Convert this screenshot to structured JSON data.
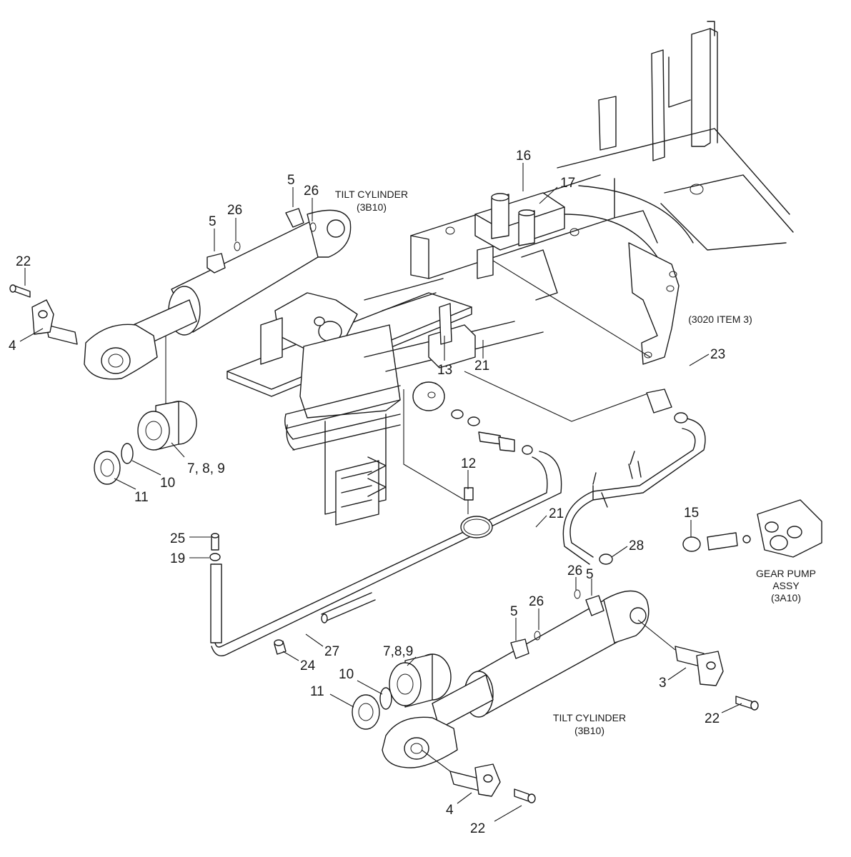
{
  "callouts": {
    "c_22_a": "22",
    "c_4_a": "4",
    "c_5_a": "5",
    "c_26_a": "26",
    "c_5_b": "5",
    "c_26_b": "26",
    "c_7_8_9_a": "7, 8, 9",
    "c_10_a": "10",
    "c_11_a": "11",
    "c_16": "16",
    "c_17": "17",
    "c_13": "13",
    "c_21_a": "21",
    "c_23": "23",
    "c_12": "12",
    "c_21_b": "21",
    "c_25": "25",
    "c_19": "19",
    "c_15": "15",
    "c_28": "28",
    "c_26_c": "26",
    "c_5_c": "5",
    "c_5_d": "5",
    "c_26_d": "26",
    "c_27": "27",
    "c_24": "24",
    "c_7_8_9_b": "7,8,9",
    "c_10_b": "10",
    "c_11_b": "11",
    "c_3": "3",
    "c_22_b": "22",
    "c_4_b": "4",
    "c_22_c": "22"
  },
  "captions": {
    "tilt_top_1": "TILT CYLINDER",
    "tilt_top_2": "(3B10)",
    "ref_3020": "(3020 ITEM 3)",
    "gear_1": "GEAR PUMP",
    "gear_2": "ASSY",
    "gear_3": "(3A10)",
    "tilt_bot_1": "TILT CYLINDER",
    "tilt_bot_2": "(3B10)"
  }
}
